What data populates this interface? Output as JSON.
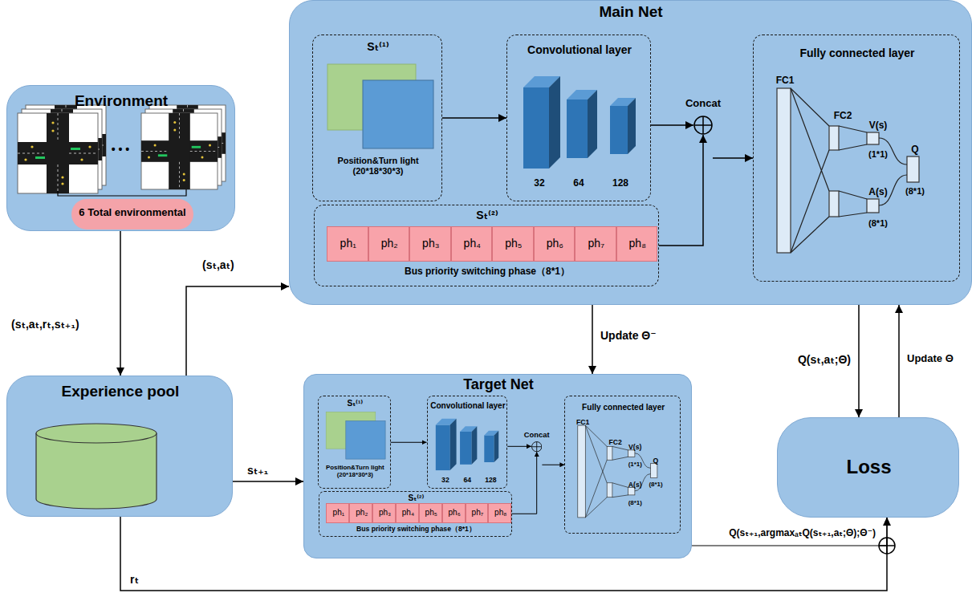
{
  "diagram": {
    "nodes": [
      {
        "text": [
          "Environment"
        ]
      },
      {
        "text": [
          "6 Total environmental"
        ],
        "in": 0
      },
      {
        "text": [
          "Main Net"
        ]
      },
      {
        "text": [
          "Sₜ⁽¹⁾",
          "Position&Turn light (20*18*30*3)"
        ],
        "in": 2
      },
      {
        "text": [
          "Convolutional layer",
          "32",
          "64",
          "128"
        ],
        "in": 2
      },
      {
        "text": [
          "Concat"
        ],
        "in": 2
      },
      {
        "text": [
          "Fully connected layer",
          "FC1",
          "FC2",
          "V(s)",
          "(1*1)",
          "A(s)",
          "(8*1)",
          "Q",
          "(8*1)"
        ],
        "in": 2
      },
      {
        "text": [
          "Sₜ⁽²⁾",
          "Bus priority switching phase（8*1）"
        ],
        "in": 2
      },
      {
        "text": [
          "ph₁"
        ],
        "in": 7
      },
      {
        "text": [
          "ph₂"
        ],
        "in": 7
      },
      {
        "text": [
          "ph₃"
        ],
        "in": 7
      },
      {
        "text": [
          "ph₄"
        ],
        "in": 7
      },
      {
        "text": [
          "ph₅"
        ],
        "in": 7
      },
      {
        "text": [
          "ph₆"
        ],
        "in": 7
      },
      {
        "text": [
          "ph₇"
        ],
        "in": 7
      },
      {
        "text": [
          "ph₈"
        ],
        "in": 7
      },
      {
        "text": [
          "Experience pool"
        ]
      },
      {
        "text": [
          "Target Net"
        ]
      },
      {
        "text": [
          "Sₜ⁽¹⁾",
          "Position&Turn light (20*18*30*3)"
        ],
        "in": 17
      },
      {
        "text": [
          "Convolutional layer",
          "32",
          "64",
          "128"
        ],
        "in": 17
      },
      {
        "text": [
          "Concat"
        ],
        "in": 17
      },
      {
        "text": [
          "Fully connected layer",
          "FC1",
          "FC2",
          "V(s)",
          "(1*1)",
          "A(s)",
          "(8*1)",
          "Q",
          "(8*1)"
        ],
        "in": 17
      },
      {
        "text": [
          "Sₜ⁽²⁾",
          "Bus priority switching phase（8*1）"
        ],
        "in": 17
      },
      {
        "text": [
          "ph₁"
        ],
        "in": 22
      },
      {
        "text": [
          "ph₂"
        ],
        "in": 22
      },
      {
        "text": [
          "ph₃"
        ],
        "in": 22
      },
      {
        "text": [
          "ph₄"
        ],
        "in": 22
      },
      {
        "text": [
          "ph₅"
        ],
        "in": 22
      },
      {
        "text": [
          "ph₆"
        ],
        "in": 22
      },
      {
        "text": [
          "ph₇"
        ],
        "in": 22
      },
      {
        "text": [
          "ph₈"
        ],
        "in": 22
      },
      {
        "text": [
          "Loss"
        ]
      }
    ],
    "edges": [
      {
        "from": 0,
        "to": 16,
        "arrow": "to",
        "label": "(sₜ,aₜ,rₜ,sₜ₊₁)"
      },
      {
        "from": 16,
        "to": 2,
        "arrow": "to",
        "label": "(sₜ,aₜ)"
      },
      {
        "from": 16,
        "to": 17,
        "arrow": "to",
        "label": "sₜ₊₁"
      },
      {
        "from": 2,
        "to": 17,
        "arrow": "to",
        "label": "Update Θ⁻"
      },
      {
        "from": 2,
        "to": 31,
        "arrow": "to",
        "label": "Q(sₜ,aₜ;Θ)"
      },
      {
        "from": 31,
        "to": 2,
        "arrow": "to",
        "label": "Update Θ"
      },
      {
        "from": 17,
        "to": 31,
        "arrow": "to",
        "label": "Q(sₜ₊₁,argmaxₐₜQ(sₜ₊₁,aₜ;Θ);Θ⁻)"
      },
      {
        "from": 16,
        "to": 31,
        "arrow": "to",
        "label": "rₜ"
      },
      {
        "from": 3,
        "to": 4,
        "arrow": "to"
      },
      {
        "from": 4,
        "to": 5,
        "arrow": "to"
      },
      {
        "from": 7,
        "to": 5,
        "arrow": "to"
      },
      {
        "from": 5,
        "to": 6,
        "arrow": "to"
      },
      {
        "from": 18,
        "to": 19,
        "arrow": "to"
      },
      {
        "from": 19,
        "to": 20,
        "arrow": "to"
      },
      {
        "from": 22,
        "to": 20,
        "arrow": "to"
      },
      {
        "from": 20,
        "to": 21,
        "arrow": "to"
      }
    ],
    "labels": [
      "• • •"
    ]
  }
}
